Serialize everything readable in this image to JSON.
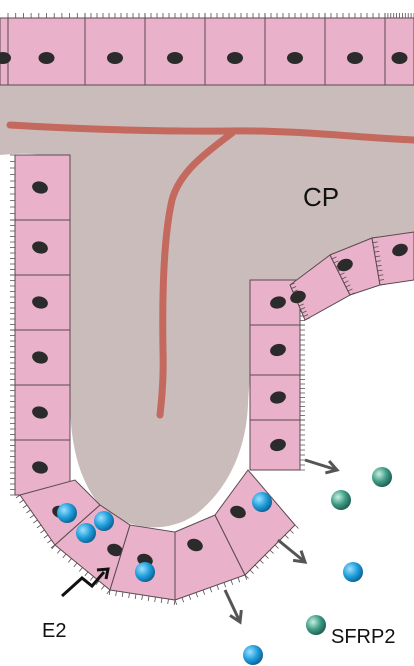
{
  "labels": {
    "cp": "CP",
    "e2": "E2",
    "sfrp2": "SFRP2"
  },
  "colors": {
    "stroma": "#cbbcbc",
    "cell_fill": "#eab2ca",
    "cell_stroke": "#5a4a4f",
    "nucleus": "#2b2b2b",
    "vessel": "#c4695e",
    "e2_dot": "#1f9fdc",
    "sfrp2_dot": "#3f9b86",
    "arrow": "#555555",
    "background": "#ffffff"
  },
  "icons": {
    "e2_signal": "zigzag-arrow-icon",
    "secretion": "open-arrowhead-icon"
  }
}
